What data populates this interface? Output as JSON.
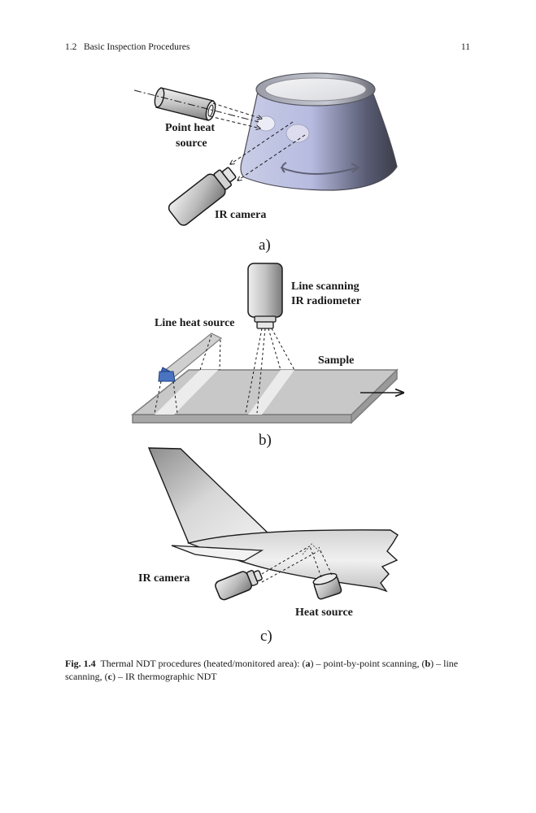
{
  "header": {
    "section": "1.2   Basic Inspection Procedures",
    "page_number": "11"
  },
  "figure": {
    "panel_a": {
      "label_point_heat_1": "Point heat",
      "label_point_heat_2": "source",
      "label_ir_camera": "IR camera",
      "sublabel": "a)"
    },
    "panel_b": {
      "label_scanning_1": "Line scanning",
      "label_scanning_2": "IR radiometer",
      "label_line_heat": "Line heat source",
      "label_sample": "Sample",
      "sublabel": "b)"
    },
    "panel_c": {
      "label_ir_camera": "IR camera",
      "label_heat_source": "Heat source",
      "sublabel": "c)"
    }
  },
  "caption": {
    "fig_label": "Fig. 1.4",
    "text_1": "  Thermal NDT procedures (heated/monitored area): (",
    "a": "a",
    "text_2": ") – point-by-point scanning, (",
    "b": "b",
    "text_3": ") – line scanning, (",
    "c": "c",
    "text_4": ") – IR thermographic NDT"
  }
}
